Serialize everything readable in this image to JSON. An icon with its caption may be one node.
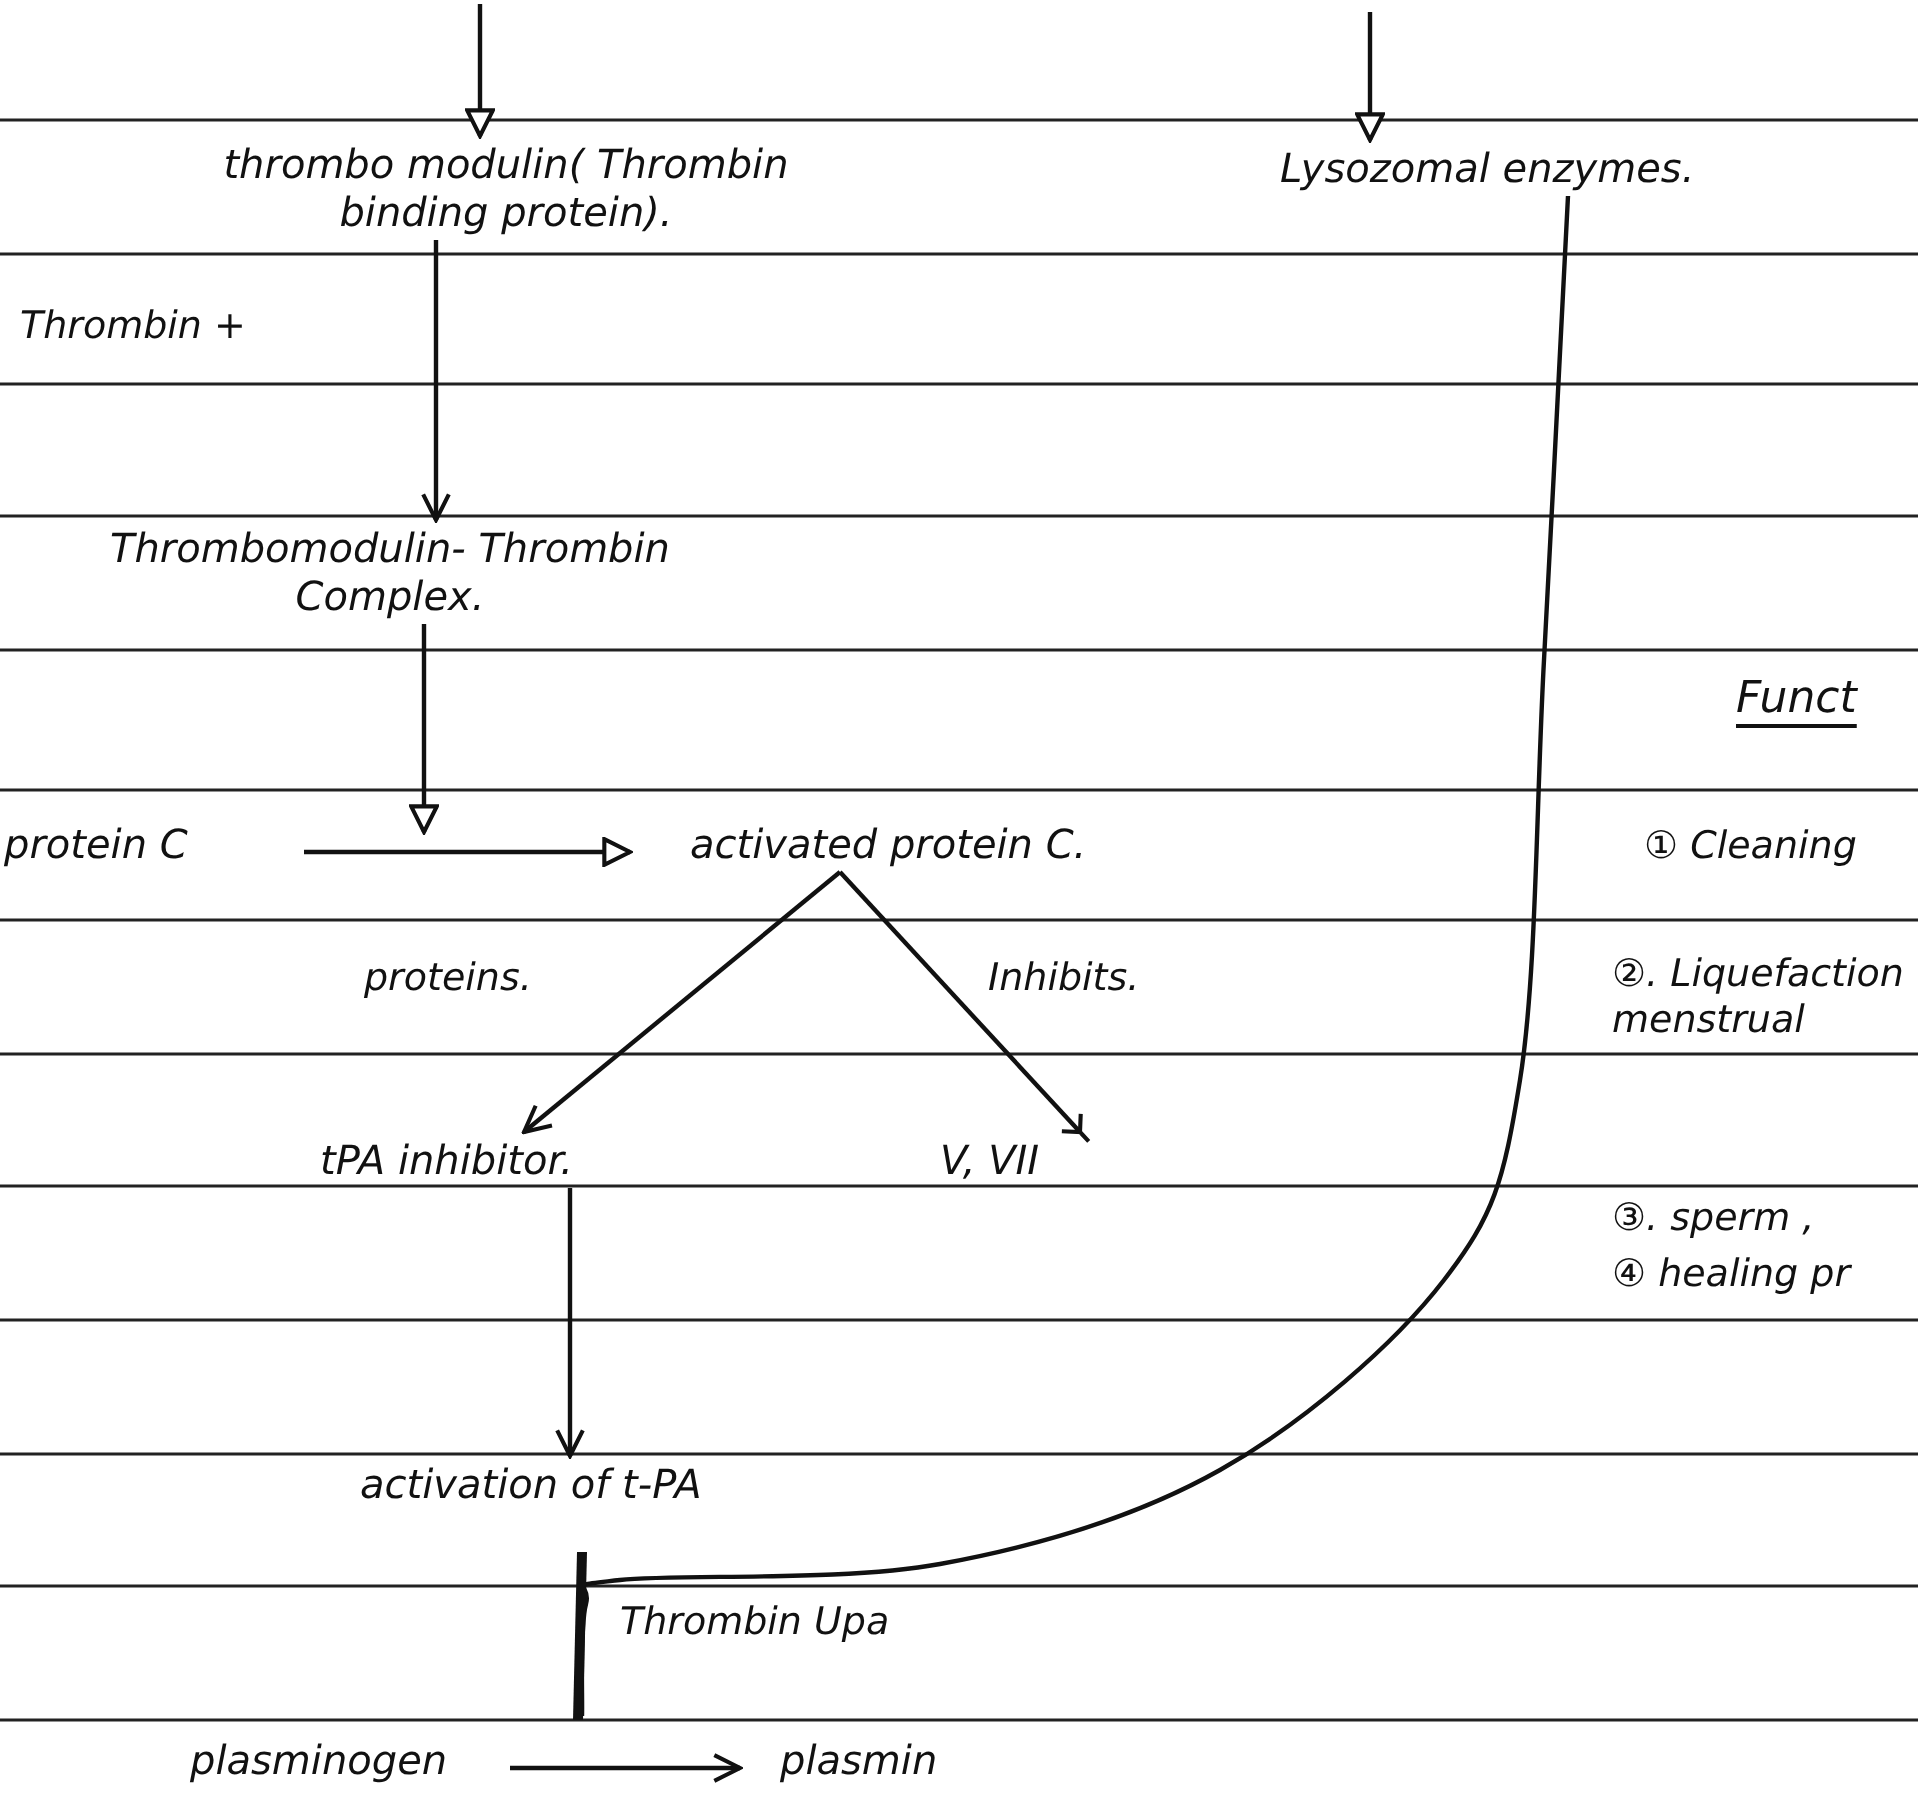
{
  "diagram": {
    "nodes": [
      {
        "text": [
          "thrombo modulin( Thrombin binding protein)."
        ]
      },
      {
        "text": [
          "Lysozomal enzymes."
        ]
      },
      {
        "text": [
          "Thrombomodulin- Thrombin Complex."
        ]
      },
      {
        "text": [
          "protein C"
        ]
      },
      {
        "text": [
          "activated protein C."
        ]
      },
      {
        "text": [
          "tPA inhibitor."
        ]
      },
      {
        "text": [
          "V, VII"
        ]
      },
      {
        "text": [
          "activation of t-PA"
        ]
      },
      {
        "text": [
          "plasminogen"
        ]
      },
      {
        "text": [
          "plasmin"
        ]
      }
    ],
    "edges": [
      {
        "from": null,
        "to": 0,
        "arrow": "to"
      },
      {
        "from": null,
        "to": 1,
        "arrow": "to"
      },
      {
        "from": 0,
        "to": 2,
        "arrow": "to"
      },
      {
        "from": 2,
        "to": null,
        "arrow": "to"
      },
      {
        "from": 3,
        "to": 4,
        "arrow": "to"
      },
      {
        "from": 4,
        "to": 5,
        "arrow": "to",
        "label": "proteins."
      },
      {
        "from": 4,
        "to": 6,
        "arrow": "to",
        "label": "Inhibits."
      },
      {
        "from": 5,
        "to": 7,
        "arrow": "to"
      },
      {
        "from": 8,
        "to": 9,
        "arrow": "to"
      },
      {
        "from": 1,
        "to": null,
        "arrow": "none"
      }
    ],
    "labels": [
      "Thrombin +",
      "Thrombin Upa",
      "Funct",
      "① Cleaning",
      "②. Liquefaction menstrual",
      "③. sperm ,",
      "④ healing pr"
    ]
  }
}
